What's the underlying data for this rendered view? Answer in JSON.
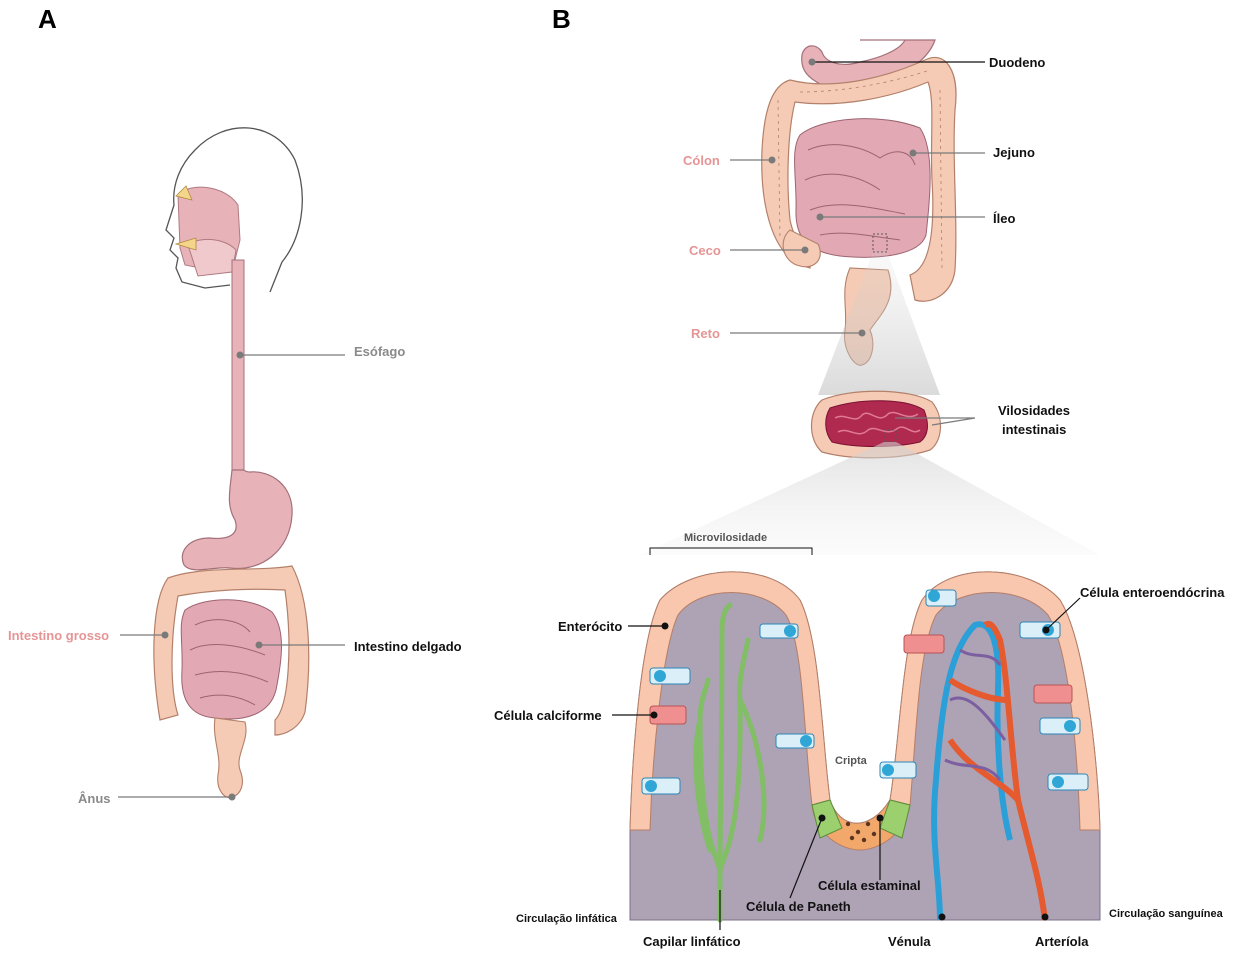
{
  "panels": {
    "a": "A",
    "b": "B"
  },
  "panel_a": {
    "esofago": "Esófago",
    "intestino_delgado": "Intestino delgado",
    "intestino_grosso": "Intestino grosso",
    "anus": "Ânus"
  },
  "panel_b_organs": {
    "duodeno": "Duodeno",
    "jejuno": "Jejuno",
    "ileo": "Íleo",
    "colon": "Cólon",
    "ceco": "Ceco",
    "reto": "Reto",
    "vilosidades_1": "Vilosidades",
    "vilosidades_2": "intestinais"
  },
  "panel_b_villi": {
    "microvilosidade": "Microvilosidade",
    "enterocito": "Enterócito",
    "celula_calciforme": "Célula calciforme",
    "cripta": "Cripta",
    "celula_enteroendocrina": "Célula enteroendócrina",
    "celula_estaminal": "Célula estaminal",
    "celula_paneth": "Célula de Paneth",
    "circulacao_linfatica": "Circulação linfática",
    "circulacao_sanguinea": "Circulação sanguínea",
    "capilar_linfatico": "Capilar linfático",
    "venula": "Vénula",
    "arteriola": "Arteríola"
  },
  "colors": {
    "label_pink": "#e59595",
    "label_gray": "#8a8a8a",
    "organ_pink": "#e7b3b8",
    "colon_peach": "#f5cbb5",
    "lamina_purple": "#aea2b5",
    "enterocyte": "#f8c7ad",
    "goblet": "#ef8f8f",
    "enteroendocrine": "#2fa6d6",
    "stem_cell": "#9ccf6e",
    "paneth": "#f1a86a",
    "lymph": "#82be66",
    "venule": "#2b9fd8",
    "arteriole": "#e55a2f"
  }
}
